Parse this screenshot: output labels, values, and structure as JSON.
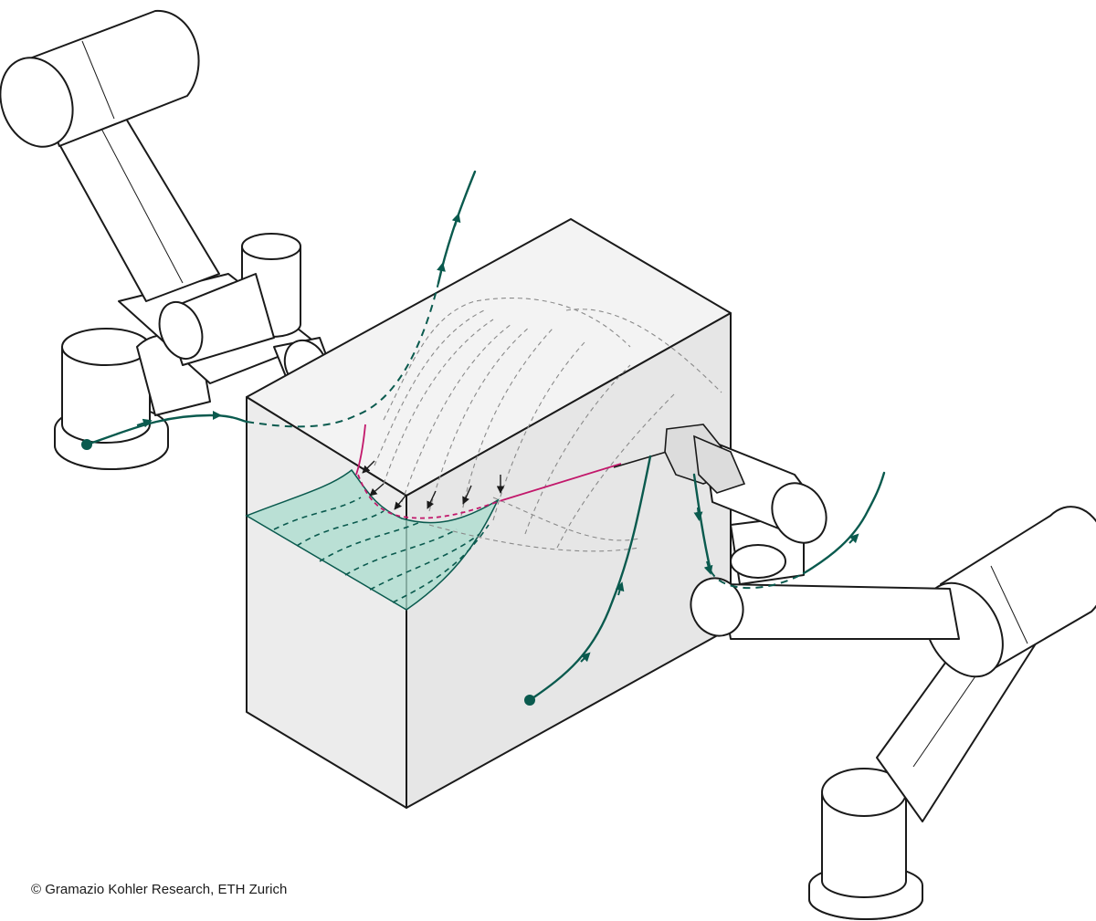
{
  "caption": {
    "copyright": "© Gramazio Kohler Research, ETH Zurich"
  },
  "colors": {
    "block_fill": "#ececec",
    "cut_surface_fill": "#a9dccd",
    "path_green": "#0a5a4e",
    "wire_magenta": "#c2186b",
    "ghost_grey": "#8a8a8a"
  },
  "icons": {
    "path_start": "filled-circle",
    "path_direction": "triangle-arrow",
    "force_marker": "black-arrow"
  }
}
